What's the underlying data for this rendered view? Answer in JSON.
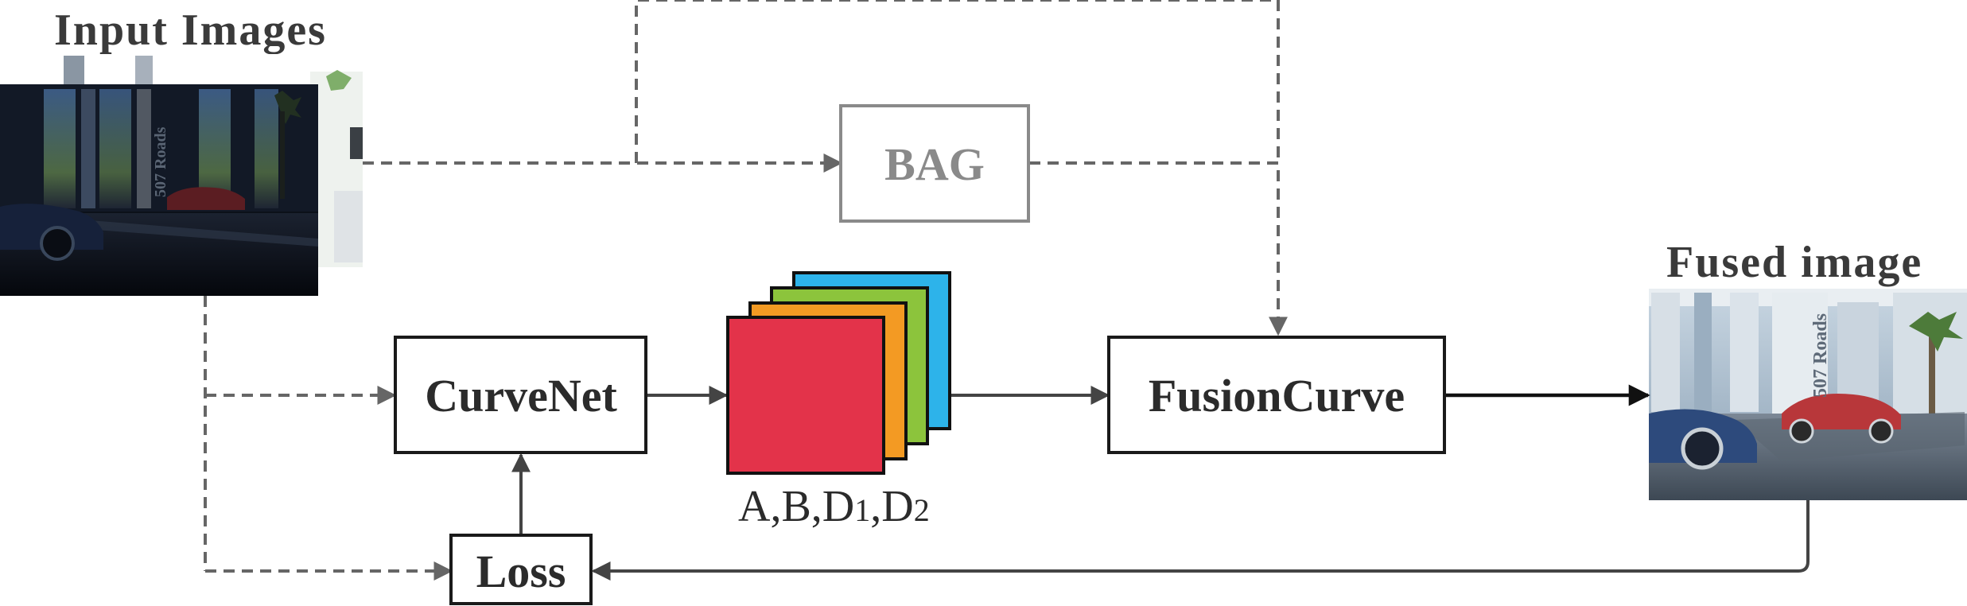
{
  "titles": {
    "input": "Input Images",
    "output": "Fused image"
  },
  "boxes": {
    "bag": "BAG",
    "curvenet": "CurveNet",
    "fusioncurve": "FusionCurve",
    "loss": "Loss"
  },
  "params": {
    "prefix": "A,B,D",
    "sub1": "1",
    "sep": ",D",
    "sub2": "2"
  },
  "photo_text": {
    "vertical_sign": "507 Roads"
  },
  "colors": {
    "box_stroke": "#1a1a1a",
    "bag_stroke": "#8a8a8a",
    "dashed_line": "#666666",
    "solid_line": "#444444",
    "param_red": "#e3334a",
    "param_orange": "#f39a23",
    "param_green": "#8cc43c",
    "param_blue": "#2db3ea"
  }
}
